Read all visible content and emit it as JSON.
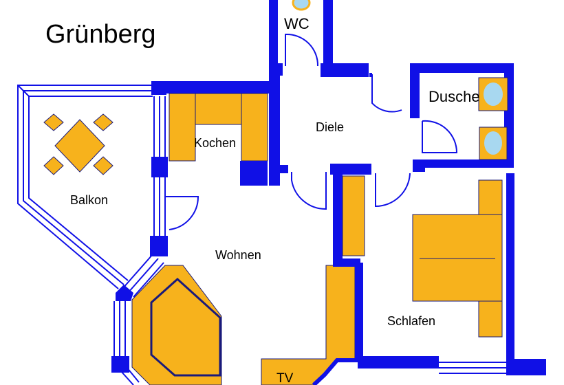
{
  "title": "Grünberg",
  "rooms": {
    "wc": "WC",
    "dusche": "Dusche",
    "kochen": "Kochen",
    "diele": "Diele",
    "balkon": "Balkon",
    "wohnen": "Wohnen",
    "schlafen": "Schlafen",
    "tv": "TV"
  },
  "colors": {
    "wall": "#1010e6",
    "furniture": "#f7b21c",
    "outline": "#1a1a7a",
    "fixture": "#a8d8f0",
    "window": "#1010e6",
    "background": "#ffffff"
  }
}
